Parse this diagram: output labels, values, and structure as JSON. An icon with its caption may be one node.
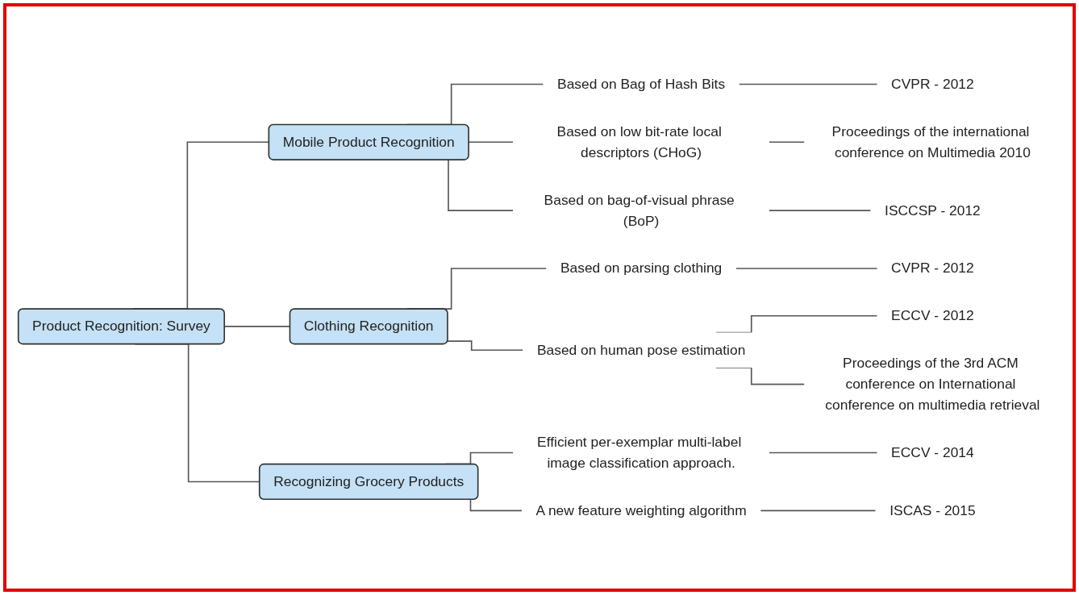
{
  "diagram": {
    "nodes": [
      {
        "text": [
          "Product Recognition: Survey"
        ]
      },
      {
        "text": [
          "Mobile Product Recognition"
        ]
      },
      {
        "text": [
          "Based on Bag of Hash Bits"
        ]
      },
      {
        "text": [
          "CVPR - 2012"
        ]
      },
      {
        "text": [
          "Based on low bit-rate local descriptors (CHoG)"
        ]
      },
      {
        "text": [
          "Proceedings of the international conference on Multimedia 2010"
        ]
      },
      {
        "text": [
          "Based on bag-of-visual phrase (BoP)"
        ]
      },
      {
        "text": [
          "ISCCSP - 2012"
        ]
      },
      {
        "text": [
          "Clothing Recognition"
        ]
      },
      {
        "text": [
          "Based on parsing clothing"
        ]
      },
      {
        "text": [
          "CVPR - 2012"
        ]
      },
      {
        "text": [
          "Based on human pose estimation"
        ]
      },
      {
        "text": [
          "ECCV  - 2012"
        ]
      },
      {
        "text": [
          "Proceedings of the 3rd ACM conference on International conference on multimedia retrieval"
        ]
      },
      {
        "text": [
          "Recognizing Grocery Products"
        ]
      },
      {
        "text": [
          "Efficient per-exemplar multi-label image classification approach."
        ]
      },
      {
        "text": [
          "ECCV - 2014"
        ]
      },
      {
        "text": [
          "A new feature weighting algorithm"
        ]
      },
      {
        "text": [
          "ISCAS  - 2015"
        ]
      }
    ],
    "edges": [
      {
        "from": 0,
        "to": 1,
        "arrow": "none"
      },
      {
        "from": 0,
        "to": 8,
        "arrow": "none"
      },
      {
        "from": 0,
        "to": 14,
        "arrow": "none"
      },
      {
        "from": 1,
        "to": 2,
        "arrow": "none"
      },
      {
        "from": 1,
        "to": 4,
        "arrow": "none"
      },
      {
        "from": 1,
        "to": 6,
        "arrow": "none"
      },
      {
        "from": 2,
        "to": 3,
        "arrow": "none"
      },
      {
        "from": 4,
        "to": 5,
        "arrow": "none"
      },
      {
        "from": 6,
        "to": 7,
        "arrow": "none"
      },
      {
        "from": 8,
        "to": 9,
        "arrow": "none"
      },
      {
        "from": 8,
        "to": 11,
        "arrow": "none"
      },
      {
        "from": 9,
        "to": 10,
        "arrow": "none"
      },
      {
        "from": 11,
        "to": 12,
        "arrow": "none"
      },
      {
        "from": 11,
        "to": 13,
        "arrow": "none"
      },
      {
        "from": 14,
        "to": 15,
        "arrow": "none"
      },
      {
        "from": 14,
        "to": 17,
        "arrow": "none"
      },
      {
        "from": 15,
        "to": 16,
        "arrow": "none"
      },
      {
        "from": 17,
        "to": 18,
        "arrow": "none"
      }
    ]
  }
}
